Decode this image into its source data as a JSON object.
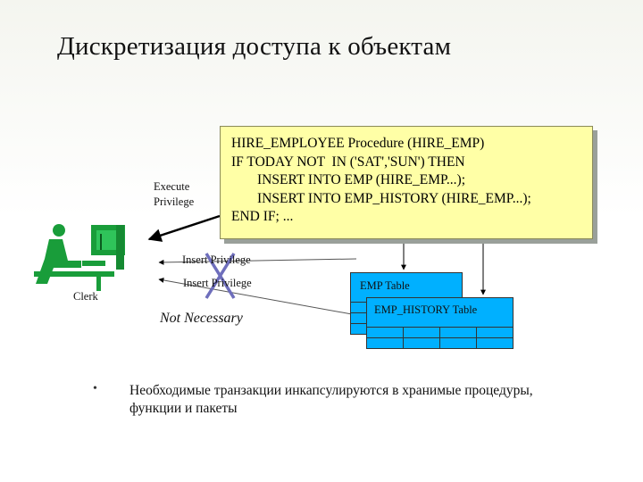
{
  "slide": {
    "title": "Дискретизация доступа к объектам",
    "procedure": {
      "lines": [
        "HIRE_EMPLOYEE Procedure (HIRE_EMP)",
        "IF TODAY NOT  IN ('SAT','SUN') THEN",
        "INSERT INTO EMP (HIRE_EMP...);",
        "INSERT INTO EMP_HISTORY (HIRE_EMP...);",
        "END IF; ..."
      ]
    },
    "execute_privilege": [
      "Execute",
      "Privilege"
    ],
    "clerk_label": "Clerk",
    "insert_privilege_1": "Insert Privilege",
    "insert_privilege_2": "Insert Privilege",
    "not_necessary": "Not Necessary",
    "emp_table": "EMP Table",
    "emp_history_table": "EMP_HISTORY Table",
    "bullet": {
      "symbol": "•",
      "text": "Необходимые транзакции инкапсулируются в хранимые процедуры, функции и пакеты"
    },
    "colors": {
      "procedure_box": "#ffffa6",
      "table": "#00b0ff",
      "figure": "#199d3a",
      "cross": "#6e6ebc"
    }
  }
}
